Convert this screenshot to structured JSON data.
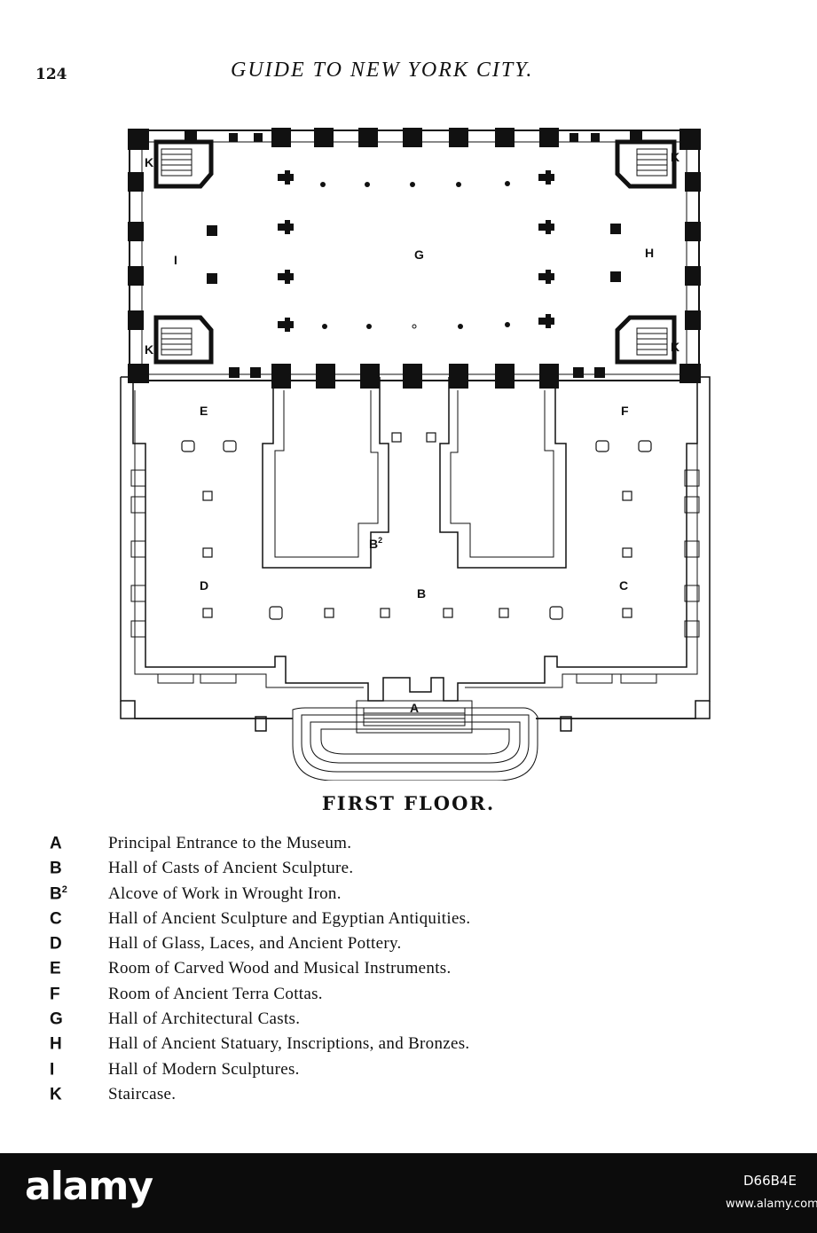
{
  "page": {
    "number": "124",
    "running_title": "GUIDE TO NEW YORK CITY."
  },
  "plan": {
    "title": "FIRST FLOOR.",
    "room_labels": {
      "A": "A",
      "B": "B",
      "B2": "B",
      "B2_sup": "2",
      "C": "C",
      "D": "D",
      "E": "E",
      "F": "F",
      "G": "G",
      "H": "H",
      "I": "I",
      "K": "K"
    }
  },
  "legend": [
    {
      "key": "A",
      "sup": "",
      "desc": "Principal Entrance to the Museum."
    },
    {
      "key": "B",
      "sup": "",
      "desc": "Hall of Casts of Ancient Sculpture."
    },
    {
      "key": "B",
      "sup": "2",
      "desc": "Alcove of Work in Wrought Iron."
    },
    {
      "key": "C",
      "sup": "",
      "desc": "Hall of Ancient Sculpture and Egyptian Antiquities."
    },
    {
      "key": "D",
      "sup": "",
      "desc": "Hall of Glass, Laces, and Ancient Pottery."
    },
    {
      "key": "E",
      "sup": "",
      "desc": "Room of Carved Wood and Musical Instruments."
    },
    {
      "key": "F",
      "sup": "",
      "desc": "Room of Ancient Terra Cottas."
    },
    {
      "key": "G",
      "sup": "",
      "desc": "Hall of Architectural Casts."
    },
    {
      "key": "H",
      "sup": "",
      "desc": "Hall of Ancient Statuary, Inscriptions, and Bronzes."
    },
    {
      "key": "I",
      "sup": "",
      "desc": "Hall of Modern Sculptures."
    },
    {
      "key": "K",
      "sup": "",
      "desc": "Staircase."
    }
  ],
  "watermark": {
    "logo": "alamy",
    "image_id": "D66B4E",
    "url": "www.alamy.com"
  },
  "colors": {
    "ink": "#111111",
    "paper": "#ffffff",
    "band": "#0c0c0c"
  }
}
